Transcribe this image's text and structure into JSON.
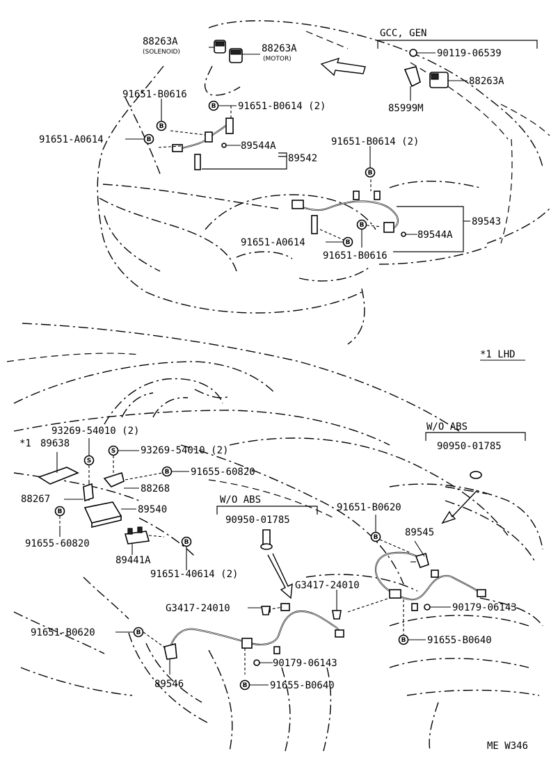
{
  "diagram_id": "ME W346",
  "note_lhd": "*1 LHD",
  "note_ref": "*1",
  "circle_b": "B",
  "circle_s": "S",
  "upper": {
    "gcc_gen": "GCC, GEN",
    "labels": {
      "p88263a_solenoid": "88263A",
      "solenoid": "(SOLENOID)",
      "p88263a_motor": "88263A",
      "motor": "(MOTOR)",
      "p90119": "90119-06539",
      "p88263a_right": "88263A",
      "p85999m": "85999M",
      "p91651b0616_top": "91651-B0616",
      "p91651b0614_2_top": "91651-B0614 (2)",
      "p91651a0614_left": "91651-A0614",
      "p89544a_left": "89544A",
      "p89542": "89542",
      "p91651b0614_2_mid": "91651-B0614 (2)",
      "p89543": "89543",
      "p89544a_right": "89544A",
      "p91651a0614_bottom": "91651-A0614",
      "p91651b0616_bottom": "91651-B0616"
    }
  },
  "lower": {
    "wo_abs_right_title": "W/O ABS",
    "wo_abs_right_part": "90950-01785",
    "wo_abs_mid_title": "W/O ABS",
    "wo_abs_mid_part": "90950-01785",
    "labels": {
      "p93269_1": "93269-54010 (2)",
      "p89638": "89638",
      "p93269_2": "93269-54010 (2)",
      "p91655_60820_r": "91655-60820",
      "p88268": "88268",
      "p88267": "88267",
      "p89540": "89540",
      "p91655_60820_l": "91655-60820",
      "p89441a": "89441A",
      "p91651_40614": "91651-40614 (2)",
      "p91651_b0620_r": "91651-B0620",
      "p89545": "89545",
      "p g3417_r": "G3417-24010",
      "p90179_r": "90179-06143",
      "p91655_b0640_r": "91655-B0640",
      "p g3417_l": "G3417-24010",
      "p91651_b0620_l": "91651-B0620",
      "p90179_l": "90179-06143",
      "p89546": "89546",
      "p91655_b0640_l": "91655-B0640"
    }
  }
}
